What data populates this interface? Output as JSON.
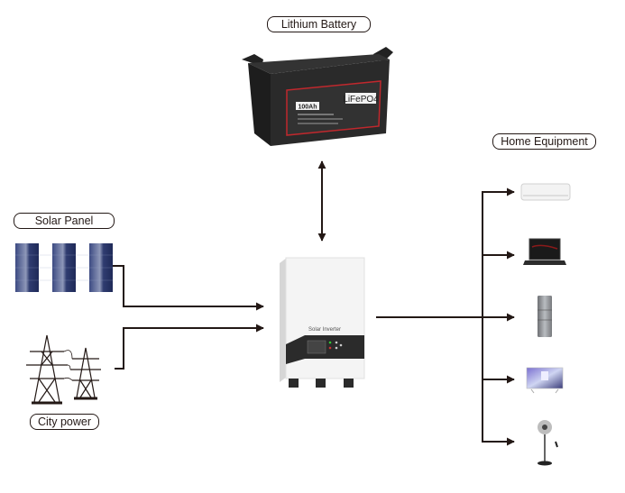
{
  "labels": {
    "battery": "Lithium Battery",
    "solar": "Solar Panel",
    "city": "City power",
    "home": "Home Equipment"
  },
  "battery": {
    "capacity": "100Ah",
    "chemistry": "LiFePO4"
  },
  "inverter": {
    "brand": "Solar Inverter"
  },
  "home_equipment": [
    {
      "name": "air-conditioner"
    },
    {
      "name": "laptop"
    },
    {
      "name": "refrigerator"
    },
    {
      "name": "television"
    },
    {
      "name": "standing-fan"
    }
  ],
  "colors": {
    "line": "#231815",
    "panel": "#2d3a6e",
    "battery": "#2a2a2a",
    "battery_accent": "#c0282d",
    "inverter_body": "#f4f4f4",
    "inverter_band": "#2b2b2b"
  }
}
